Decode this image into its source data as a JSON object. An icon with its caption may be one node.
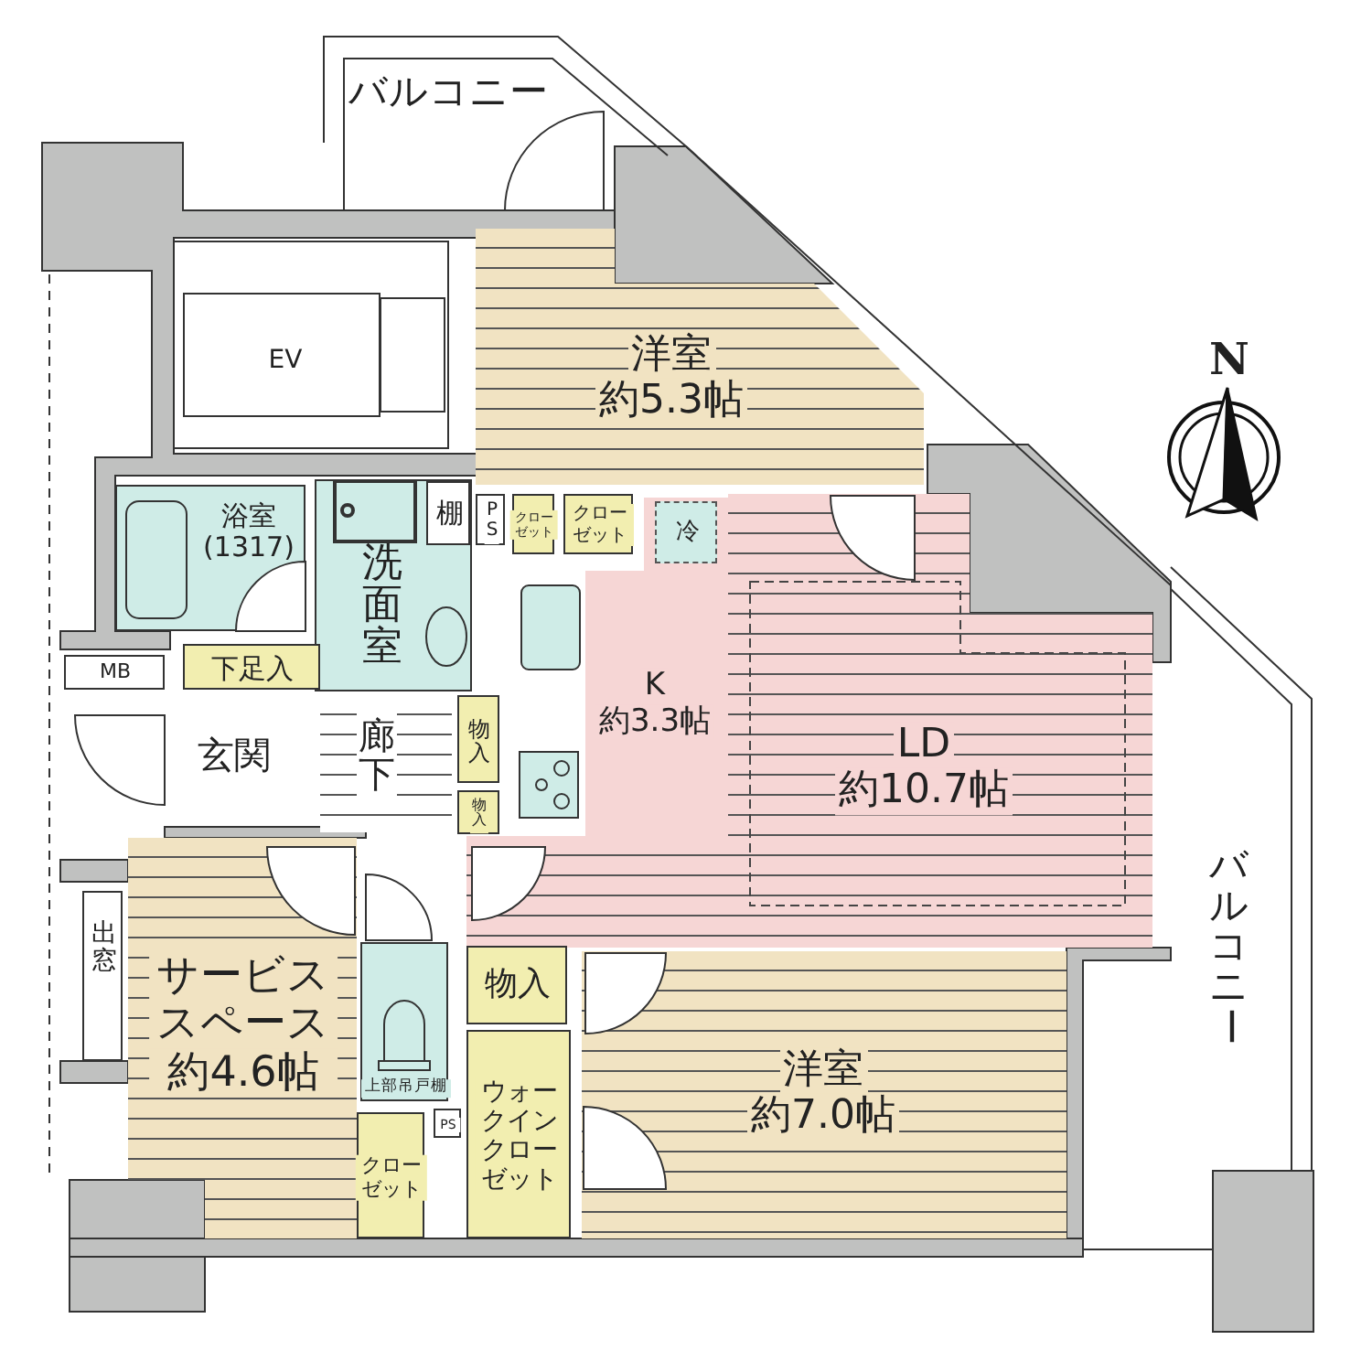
{
  "diagram": {
    "nodes": [
      {
        "text": [
          "バルコニー"
        ]
      },
      {
        "text": [
          "EV"
        ]
      },
      {
        "text": [
          "洋室",
          "約5.3帖"
        ]
      },
      {
        "text": [
          "浴室",
          "(1317)"
        ]
      },
      {
        "text": [
          "洗面室"
        ]
      },
      {
        "text": [
          "棚"
        ],
        "in": 4
      },
      {
        "text": [
          "PS"
        ]
      },
      {
        "text": [
          "クローゼット"
        ]
      },
      {
        "text": [
          "クローゼット"
        ]
      },
      {
        "text": [
          "冷"
        ],
        "in": 12
      },
      {
        "text": [
          "MB"
        ]
      },
      {
        "text": [
          "下足入"
        ]
      },
      {
        "text": [
          "K",
          "約3.3帖"
        ]
      },
      {
        "text": [
          "LD",
          "約10.7帖"
        ]
      },
      {
        "text": [
          "玄関"
        ]
      },
      {
        "text": [
          "廊下"
        ]
      },
      {
        "text": [
          "物入"
        ]
      },
      {
        "text": [
          "物入"
        ]
      },
      {
        "text": [
          "出窓"
        ]
      },
      {
        "text": [
          "サービススペース",
          "約4.6帖"
        ]
      },
      {
        "text": [
          "物入"
        ]
      },
      {
        "text": [
          "上部吊戸棚"
        ]
      },
      {
        "text": [
          "PS"
        ]
      },
      {
        "text": [
          "ウォークインクローゼット"
        ]
      },
      {
        "text": [
          "クローゼット"
        ]
      },
      {
        "text": [
          "洋室",
          "約7.0帖"
        ]
      },
      {
        "text": [
          "バルコニー"
        ]
      }
    ],
    "labels": [
      "N"
    ]
  }
}
